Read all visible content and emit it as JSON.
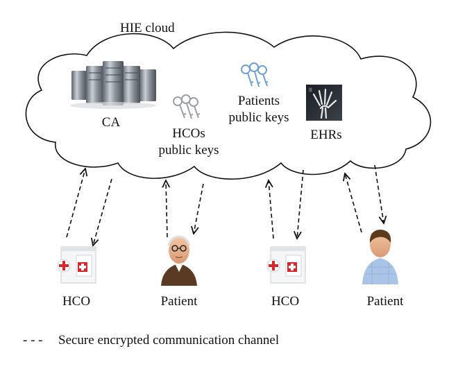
{
  "cloud": {
    "title": "HIE cloud",
    "ca_label": "CA",
    "hco_keys_line1": "HCOs",
    "hco_keys_line2": "public keys",
    "patient_keys_line1": "Patients",
    "patient_keys_line2": "public keys",
    "ehr_label": "EHRs"
  },
  "entities": [
    {
      "label": "HCO",
      "icon": "hospital-icon"
    },
    {
      "label": "Patient",
      "icon": "elderly-patient-icon"
    },
    {
      "label": "HCO",
      "icon": "hospital-icon"
    },
    {
      "label": "Patient",
      "icon": "patient-icon"
    }
  ],
  "legend": {
    "symbol": "- - -",
    "text": "Secure encrypted communication channel"
  },
  "colors": {
    "cloud_stroke": "#111111",
    "keys_gray": "#9aa0a6",
    "keys_blue": "#6f9fd8",
    "hospital_red": "#d9262a"
  }
}
